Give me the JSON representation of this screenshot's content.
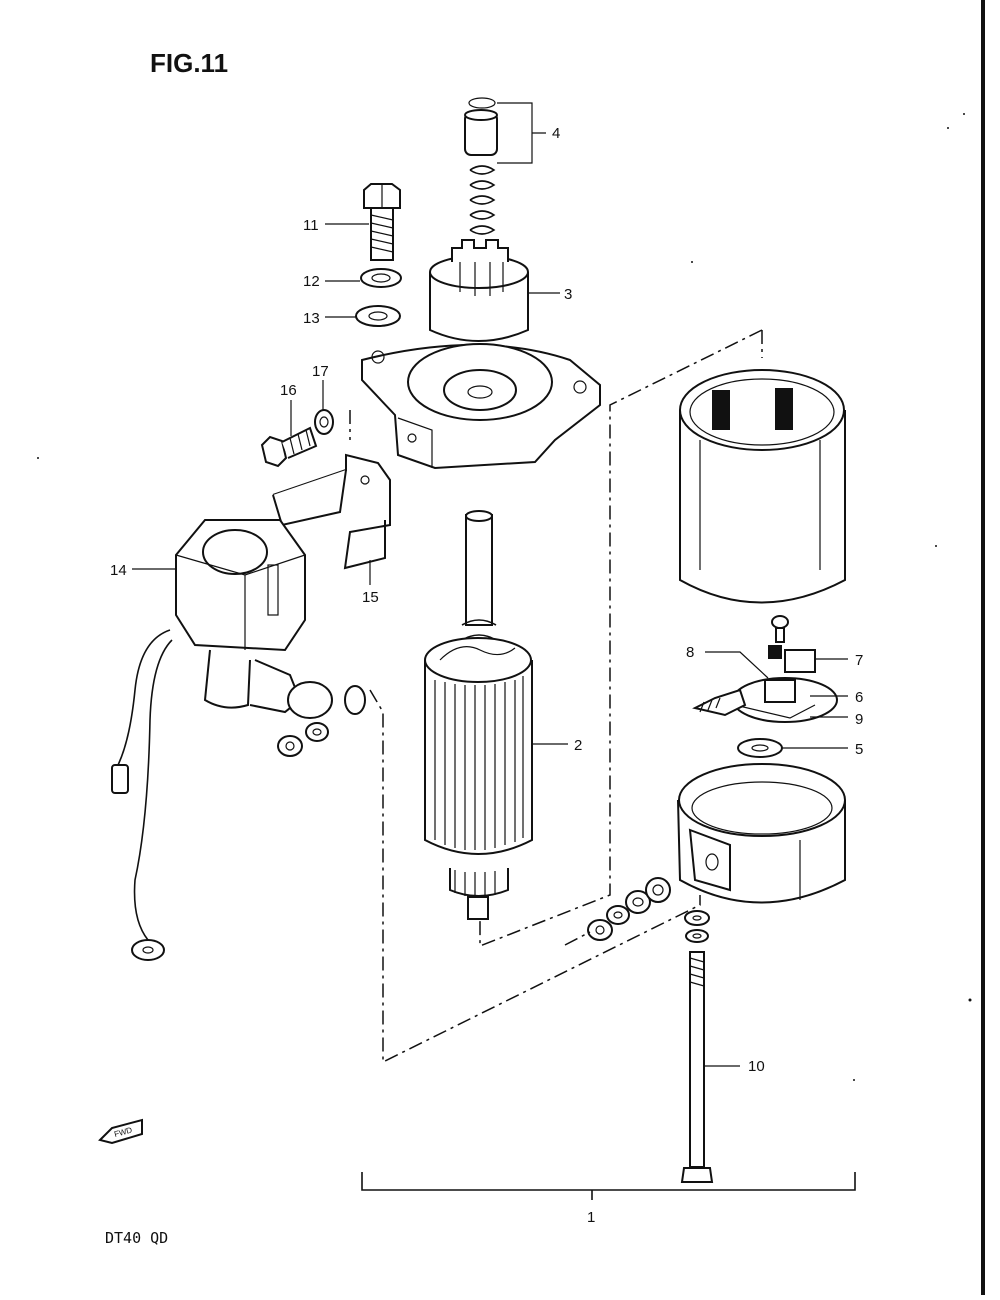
{
  "figure": {
    "title": "FIG.11",
    "model": "DT40 QD",
    "fwd_label": "FWD"
  },
  "callouts": [
    {
      "id": "1",
      "label": "1"
    },
    {
      "id": "2",
      "label": "2"
    },
    {
      "id": "3",
      "label": "3"
    },
    {
      "id": "4",
      "label": "4"
    },
    {
      "id": "5",
      "label": "5"
    },
    {
      "id": "6",
      "label": "6"
    },
    {
      "id": "7",
      "label": "7"
    },
    {
      "id": "8",
      "label": "8"
    },
    {
      "id": "9",
      "label": "9"
    },
    {
      "id": "10",
      "label": "10"
    },
    {
      "id": "11",
      "label": "11"
    },
    {
      "id": "12",
      "label": "12"
    },
    {
      "id": "13",
      "label": "13"
    },
    {
      "id": "14",
      "label": "14"
    },
    {
      "id": "15",
      "label": "15"
    },
    {
      "id": "16",
      "label": "16"
    },
    {
      "id": "17",
      "label": "17"
    }
  ]
}
